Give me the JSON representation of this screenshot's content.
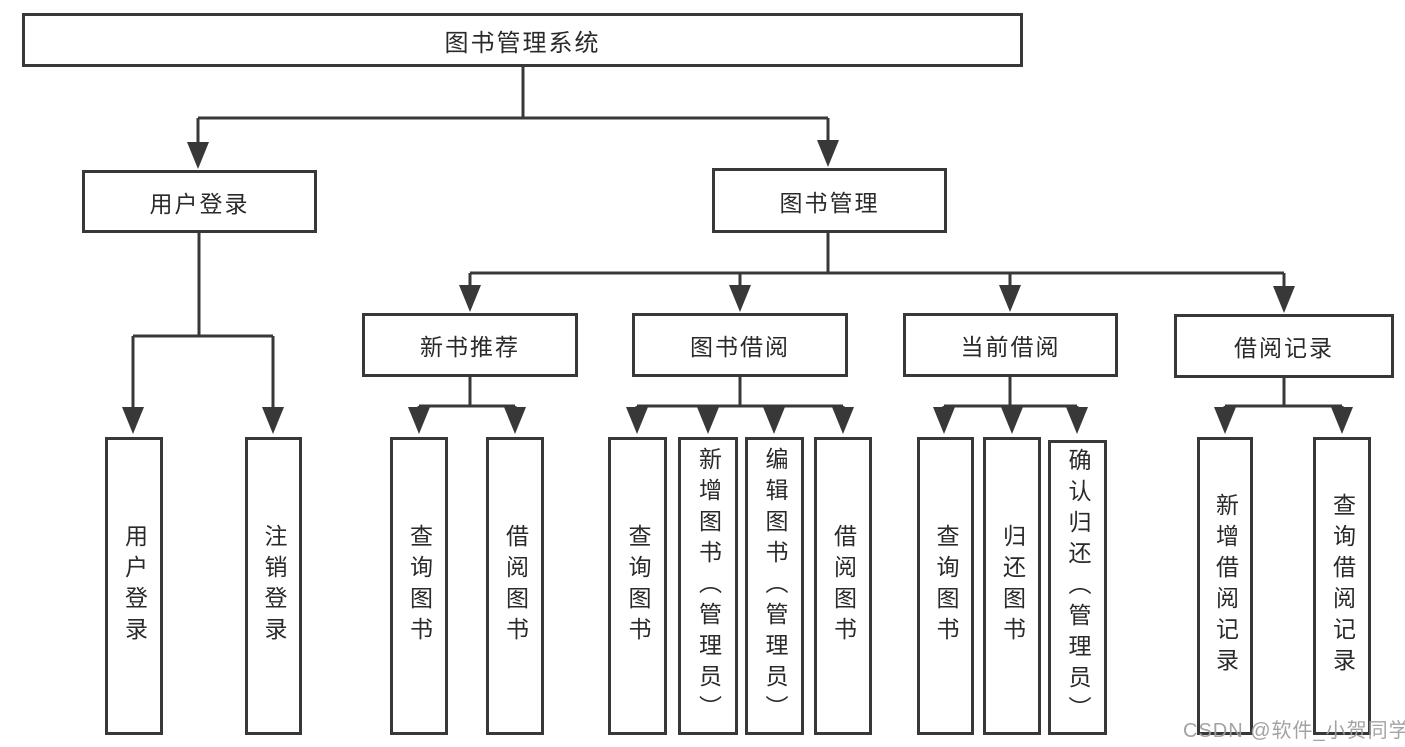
{
  "diagram_title": "图书管理系统",
  "nodes": {
    "root": "图书管理系统",
    "l2": {
      "user_login": "用户登录",
      "book_mgmt": "图书管理"
    },
    "l3": {
      "new_book_rec": "新书推荐",
      "book_borrow": "图书借阅",
      "current_borrow": "当前借阅",
      "borrow_records": "借阅记录"
    },
    "leaves": {
      "user_login": "用户登录",
      "logout": "注销登录",
      "nb_query_book": "查询图书",
      "nb_borrow_book": "借阅图书",
      "bb_query_book": "查询图书",
      "bb_add_book": "新增图书（管理员）",
      "bb_edit_book": "编辑图书（管理员）",
      "bb_borrow_book": "借阅图书",
      "cb_query_book": "查询图书",
      "cb_return_book": "归还图书",
      "cb_confirm_return": "确认归还（管理员）",
      "br_add_record": "新增借阅记录",
      "br_query_record": "查询借阅记录"
    }
  },
  "watermark": "CSDN @软件_小贺同学",
  "colors": {
    "line": "#383838",
    "text": "#2a2a2a",
    "watermark": "#9e9e9e",
    "background": "#ffffff"
  }
}
